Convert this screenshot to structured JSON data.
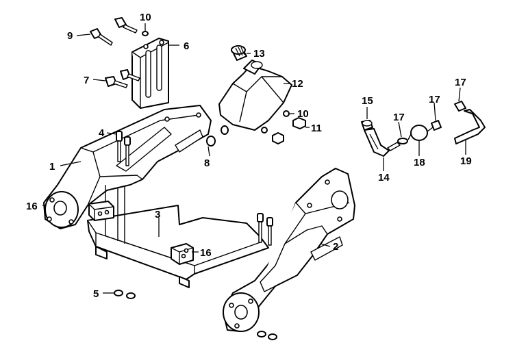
{
  "callouts": [
    {
      "id": "c1",
      "text": "1"
    },
    {
      "id": "c2",
      "text": "2"
    },
    {
      "id": "c3",
      "text": "3"
    },
    {
      "id": "c4",
      "text": "4"
    },
    {
      "id": "c5",
      "text": "5"
    },
    {
      "id": "c6",
      "text": "6"
    },
    {
      "id": "c7",
      "text": "7"
    },
    {
      "id": "c8",
      "text": "8"
    },
    {
      "id": "c9",
      "text": "9"
    },
    {
      "id": "c10a",
      "text": "10"
    },
    {
      "id": "c10b",
      "text": "10"
    },
    {
      "id": "c11",
      "text": "11"
    },
    {
      "id": "c12",
      "text": "12"
    },
    {
      "id": "c13",
      "text": "13"
    },
    {
      "id": "c14",
      "text": "14"
    },
    {
      "id": "c15",
      "text": "15"
    },
    {
      "id": "c16a",
      "text": "16"
    },
    {
      "id": "c16b",
      "text": "16"
    },
    {
      "id": "c17a",
      "text": "17"
    },
    {
      "id": "c17b",
      "text": "17"
    },
    {
      "id": "c17c",
      "text": "17"
    },
    {
      "id": "c18",
      "text": "18"
    },
    {
      "id": "c19",
      "text": "19"
    }
  ]
}
